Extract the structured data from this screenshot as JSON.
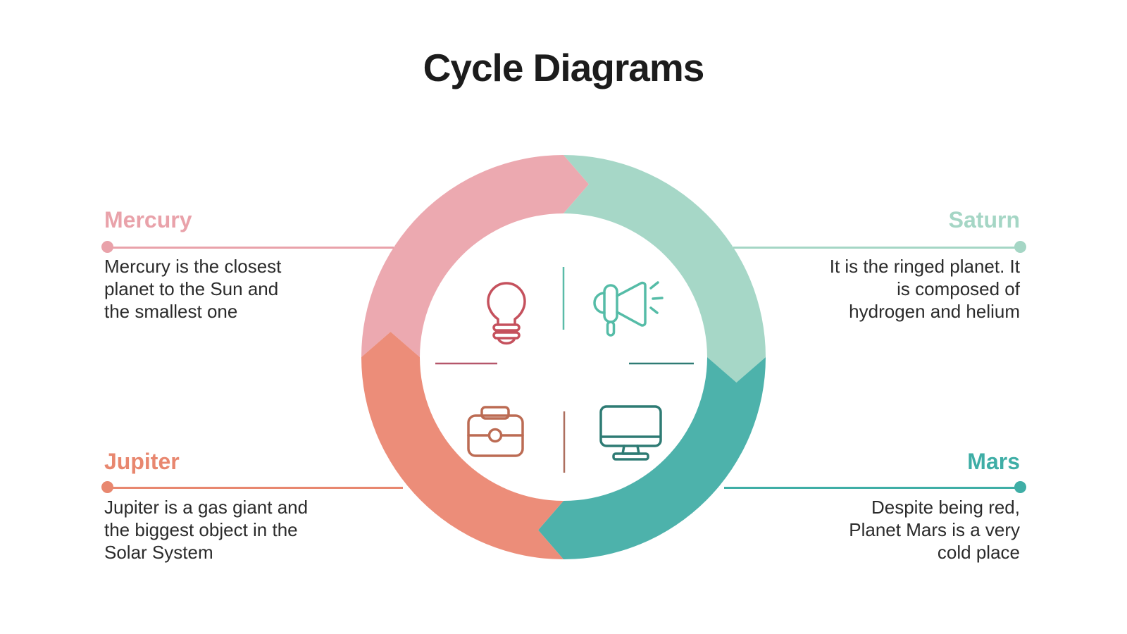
{
  "slide": {
    "title": "Cycle Diagrams"
  },
  "diagram": {
    "direction": "clockwise",
    "dividers": {
      "top_color": "#5ABBA8",
      "left_color": "#B5566A",
      "right_color": "#2E7B74",
      "bottom_color": "#AD6F5F"
    }
  },
  "items": [
    {
      "id": "mercury",
      "label": "Mercury",
      "lines": [
        "Mercury is the closest",
        "planet to the Sun and",
        "the smallest one"
      ],
      "accent_color": "#E9A2AA",
      "segment_color": "#ECA9B0",
      "icon": "lightbulb-icon",
      "icon_color": "#C5515D",
      "position": "top-left"
    },
    {
      "id": "saturn",
      "label": "Saturn",
      "lines": [
        "It is the ringed planet. It",
        "is composed of",
        "hydrogen and helium"
      ],
      "accent_color": "#A5D6C5",
      "segment_color": "#A6D7C7",
      "icon": "megaphone-icon",
      "icon_color": "#55BCA7",
      "position": "top-right"
    },
    {
      "id": "jupiter",
      "label": "Jupiter",
      "lines": [
        "Jupiter is a gas giant and",
        "the biggest object in the",
        "Solar System"
      ],
      "accent_color": "#E8876F",
      "segment_color": "#EC8D79",
      "icon": "briefcase-icon",
      "icon_color": "#BC6B53",
      "position": "bottom-left"
    },
    {
      "id": "mars",
      "label": "Mars",
      "lines": [
        "Despite being red,",
        "Planet Mars is a very",
        "cold place"
      ],
      "accent_color": "#3FAEA6",
      "segment_color": "#4DB2AB",
      "icon": "monitor-icon",
      "icon_color": "#2E7B74",
      "position": "bottom-right"
    }
  ]
}
